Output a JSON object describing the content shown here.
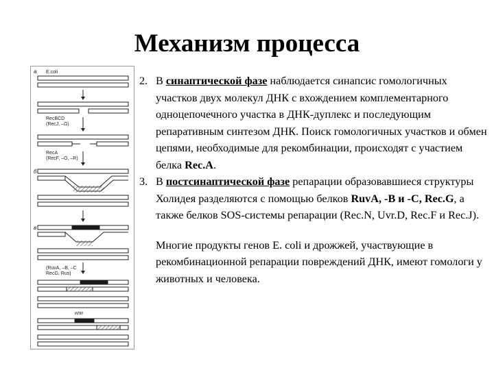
{
  "slide": {
    "title": "Механизм процесса"
  },
  "figure": {
    "labels": {
      "panel_a": "а",
      "panel_b": "б",
      "panel_c": "в",
      "ecoli": "E.coli",
      "recbcd_1": "RecBCD",
      "recbcd_2": "(RecJ, –Ω)",
      "reca_1": "RecA",
      "reca_2": "(RecF, –O, –R)",
      "ruva_1": "(RuvA, –B, –C",
      "ruva_2": "RecG, Rus)",
      "or": "или"
    },
    "colors": {
      "strand": "#222222",
      "fill_dark": "#1a1a1a",
      "fill_hatch": "#555555"
    }
  },
  "text": {
    "item2": {
      "num": "2.",
      "pre": "В ",
      "term": "синаптической фазе",
      "post": " наблюдается синапсис гомологичных участков двух молекул ДНК с вхождением комплементарного одноцепочечного участка в ДНК-дуплекс и последующим репаративным синтезом ДНК. Поиск гомологичных участков и обмен цепями, необходимые для рекомбинации, происходят с участием белка ",
      "protein": "Rec.A",
      "end": "."
    },
    "item3": {
      "num": "3.",
      "pre": "В ",
      "term": "постсинаптической фазе",
      "post": " репарации образовавшиеся структуры Холидея разделяются с помощью белков ",
      "proteins": "RuvA, -B и -C, Rec.G",
      "end": ", а также белков SOS-системы репарации (Rec.N, Uvr.D, Rec.F и Rec.J)."
    },
    "paragraph": "Многие продукты генов E. coli и дрожжей, участвующие в рекомбинационной репарации повреждений ДНК, имеют гомологи у животных и человека."
  }
}
